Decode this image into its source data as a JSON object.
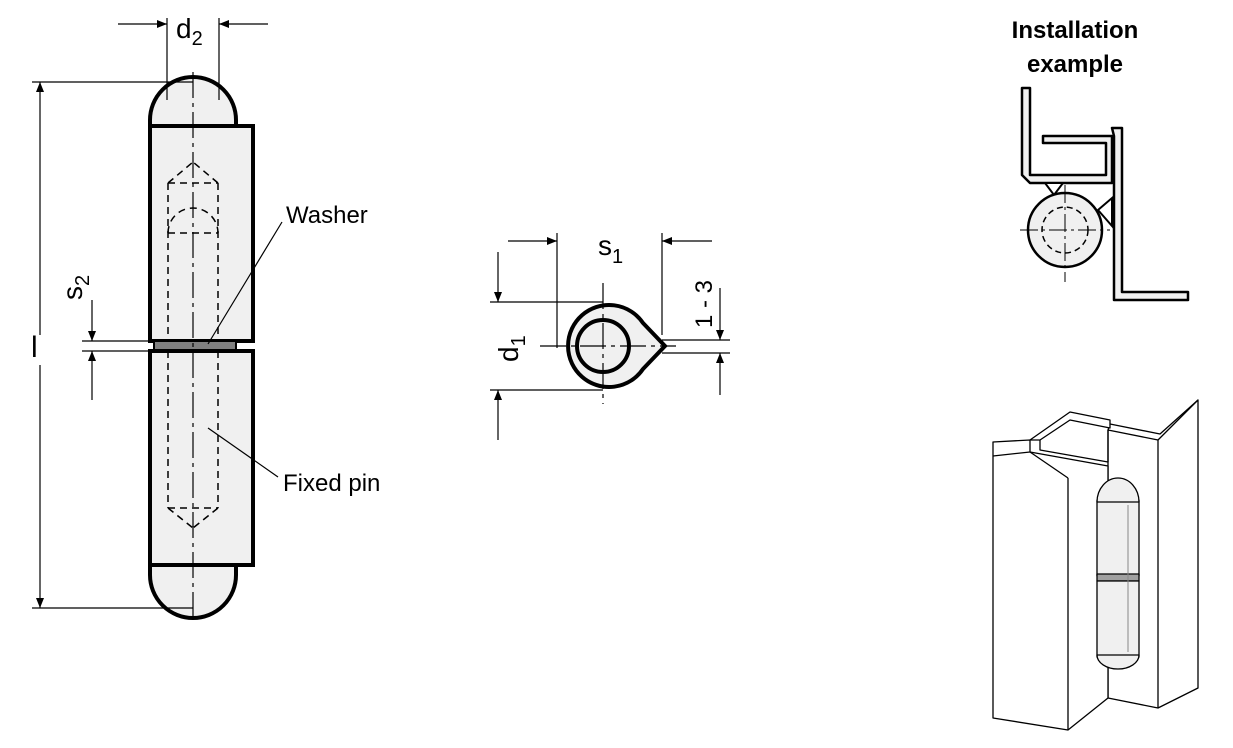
{
  "labels": {
    "d2_main": "d",
    "d2_sub": "2",
    "s2_main": "s",
    "s2_sub": "2",
    "l": "l",
    "washer": "Washer",
    "fixed_pin": "Fixed pin",
    "s1_main": "s",
    "s1_sub": "1",
    "d1_main": "d",
    "d1_sub": "1",
    "range": "1 - 3"
  },
  "installation": {
    "title_line1": "Installation",
    "title_line2": "example"
  },
  "colors": {
    "fill": "#f0f0f0",
    "washer_fill": "#808080",
    "stroke": "#000000"
  }
}
